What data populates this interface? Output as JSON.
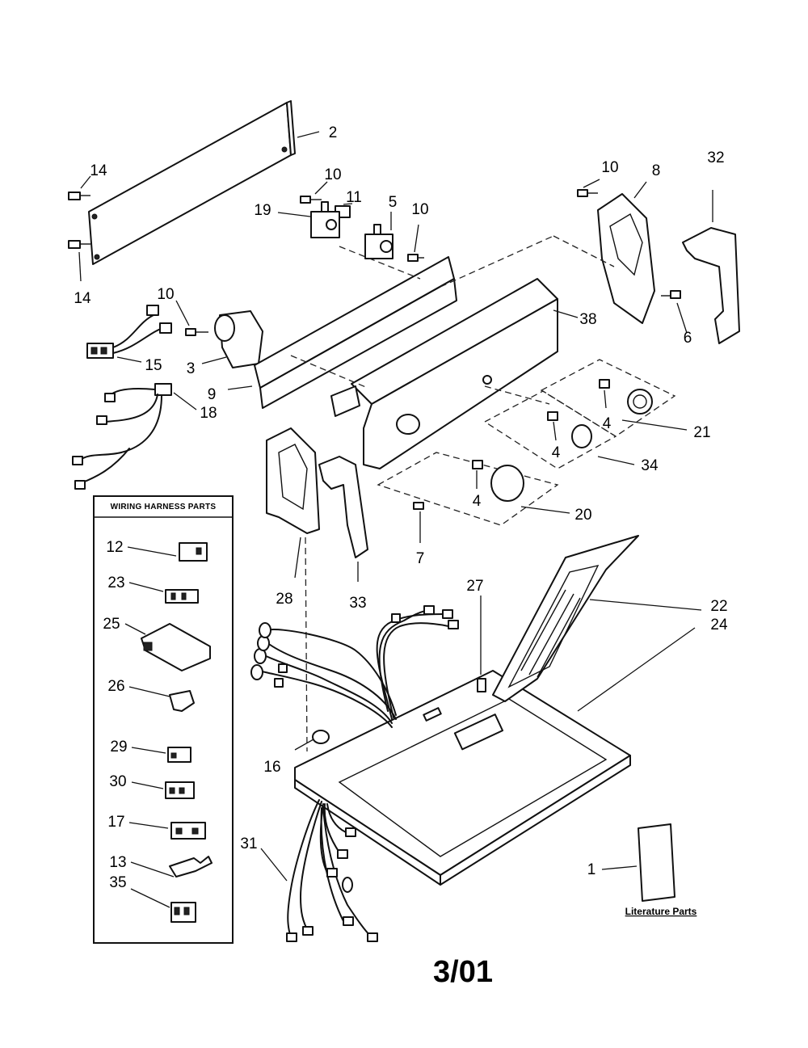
{
  "callouts": {
    "c1": "1",
    "c2": "2",
    "c3": "3",
    "c4a": "4",
    "c4b": "4",
    "c4c": "4",
    "c5": "5",
    "c6": "6",
    "c7": "7",
    "c8": "8",
    "c9": "9",
    "c10a": "10",
    "c10b": "10",
    "c10c": "10",
    "c10d": "10",
    "c11": "11",
    "c14a": "14",
    "c14b": "14",
    "c15": "15",
    "c16": "16",
    "c18": "18",
    "c19": "19",
    "c20": "20",
    "c21": "21",
    "c22": "22",
    "c24": "24",
    "c27": "27",
    "c28": "28",
    "c31": "31",
    "c32": "32",
    "c33": "33",
    "c34": "34",
    "c38": "38"
  },
  "harness_box": {
    "title": "WIRING HARNESS PARTS",
    "items": [
      "12",
      "23",
      "25",
      "26",
      "29",
      "30",
      "17",
      "13",
      "35"
    ]
  },
  "literature": {
    "label": "Literature Parts"
  },
  "date_code": "3/01"
}
